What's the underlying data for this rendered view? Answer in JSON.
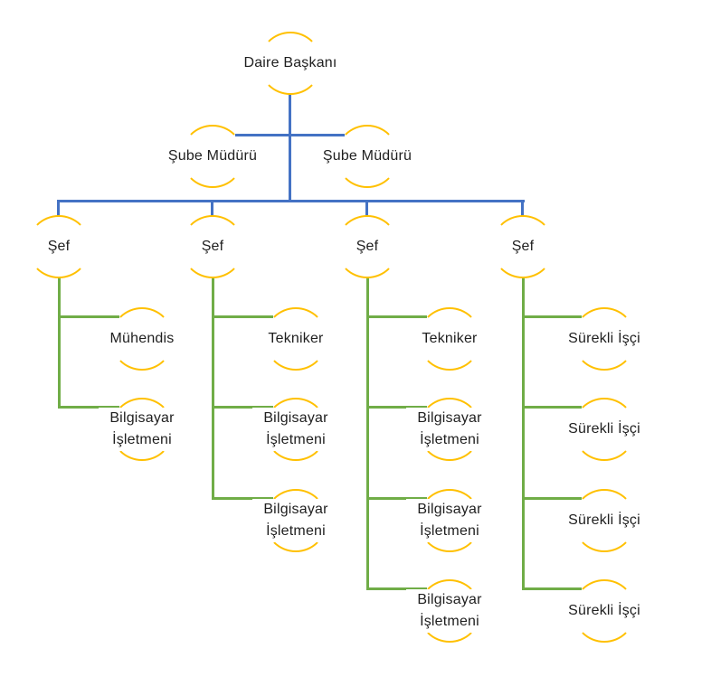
{
  "page": {
    "background": "#FFFFFF"
  },
  "colors": {
    "node_ring": "#FFC000",
    "connector_top_levels": "#4472C4",
    "connector_team_levels": "#70AD47",
    "label_text": "#1F1F1F"
  },
  "org": {
    "type": "organization-chart",
    "root": {
      "label": "Daire Başkanı"
    },
    "managers": [
      {
        "label": "Şube Müdürü"
      },
      {
        "label": "Şube Müdürü"
      }
    ],
    "teams": [
      {
        "lead": {
          "label": "Şef"
        },
        "members": [
          {
            "label": "Mühendis"
          },
          {
            "label": "Bilgisayar İşletmeni"
          }
        ]
      },
      {
        "lead": {
          "label": "Şef"
        },
        "members": [
          {
            "label": "Tekniker"
          },
          {
            "label": "Bilgisayar İşletmeni"
          },
          {
            "label": "Bilgisayar İşletmeni"
          }
        ]
      },
      {
        "lead": {
          "label": "Şef"
        },
        "members": [
          {
            "label": "Tekniker"
          },
          {
            "label": "Bilgisayar İşletmeni"
          },
          {
            "label": "Bilgisayar İşletmeni"
          },
          {
            "label": "Bilgisayar İşletmeni"
          }
        ]
      },
      {
        "lead": {
          "label": "Şef"
        },
        "members": [
          {
            "label": "Sürekli İşçi"
          },
          {
            "label": "Sürekli İşçi"
          },
          {
            "label": "Sürekli İşçi"
          },
          {
            "label": "Sürekli İşçi"
          }
        ]
      }
    ]
  }
}
